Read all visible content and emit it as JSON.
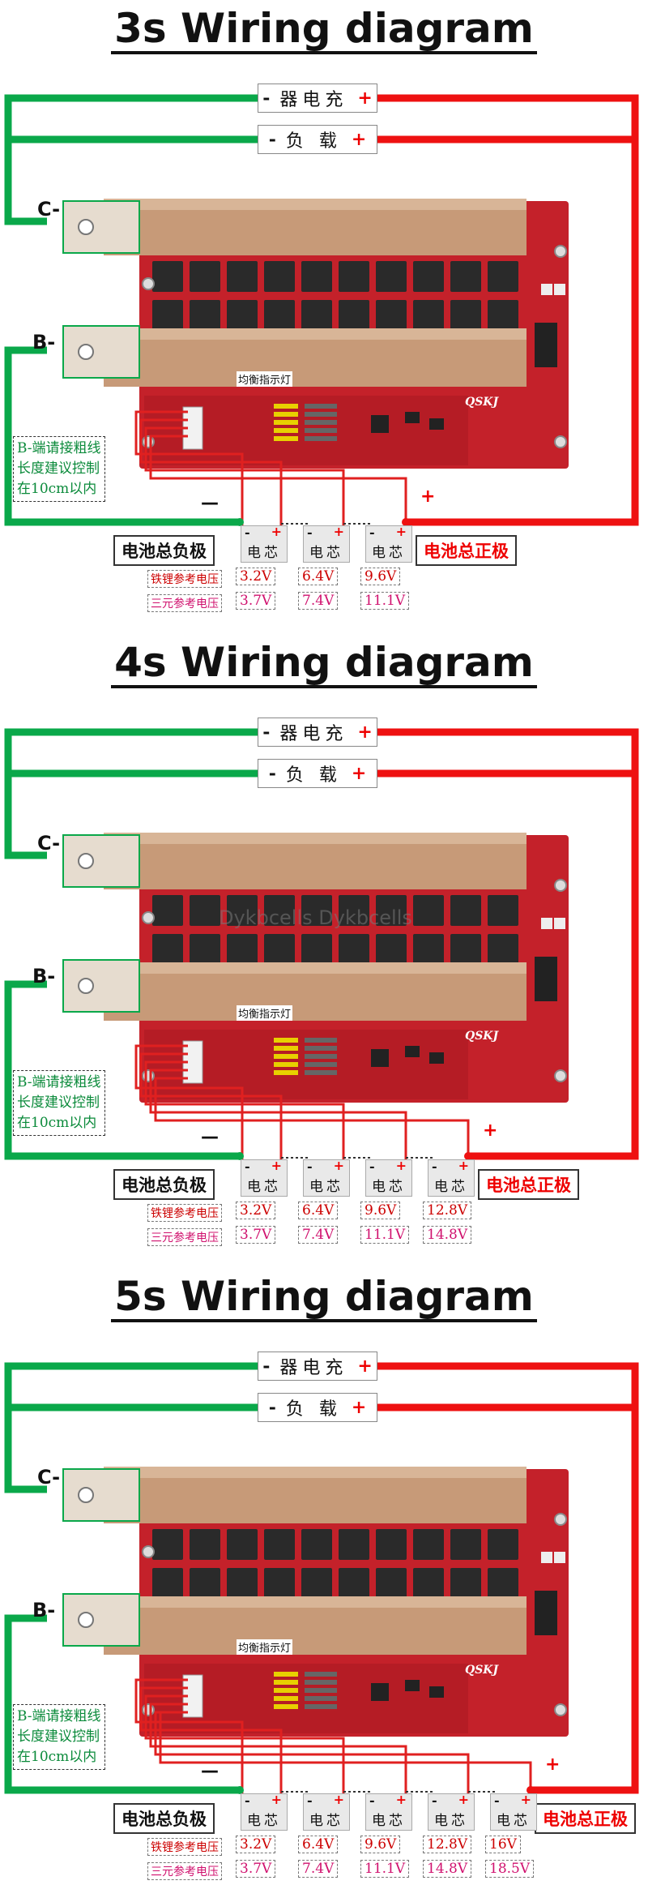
{
  "sections": [
    {
      "title": "3s Wiring diagram",
      "charger": {
        "minus": "-",
        "text": "器电充",
        "plus": "+"
      },
      "load": {
        "minus": "-",
        "text": "负  载",
        "plus": "+"
      },
      "c_label": "C-",
      "b_label": "B-",
      "indicator": "均衡指示灯",
      "note": [
        "B-端请接粗线",
        "长度建议控制",
        "在10cm以内"
      ],
      "neg_sign": "—",
      "pos_sign": "+",
      "neg_terminal": "电池总负极",
      "pos_terminal": "电池总正极",
      "cells": [
        {
          "minus": "-",
          "plus": "+",
          "text": "电芯"
        },
        {
          "minus": "-",
          "plus": "+",
          "text": "电芯"
        },
        {
          "minus": "-",
          "plus": "+",
          "text": "电芯"
        }
      ],
      "lfp_label": "铁锂参考电压",
      "ncm_label": "三元参考电压",
      "lfp_voltages": [
        "3.2V",
        "6.4V",
        "9.6V"
      ],
      "ncm_voltages": [
        "3.7V",
        "7.4V",
        "11.1V"
      ],
      "board_brand": "QSKJ",
      "watermark": ""
    },
    {
      "title": "4s Wiring diagram",
      "charger": {
        "minus": "-",
        "text": "器电充",
        "plus": "+"
      },
      "load": {
        "minus": "-",
        "text": "负  载",
        "plus": "+"
      },
      "c_label": "C-",
      "b_label": "B-",
      "indicator": "均衡指示灯",
      "note": [
        "B-端请接粗线",
        "长度建议控制",
        "在10cm以内"
      ],
      "neg_sign": "—",
      "pos_sign": "+",
      "neg_terminal": "电池总负极",
      "pos_terminal": "电池总正极",
      "cells": [
        {
          "minus": "-",
          "plus": "+",
          "text": "电芯"
        },
        {
          "minus": "-",
          "plus": "+",
          "text": "电芯"
        },
        {
          "minus": "-",
          "plus": "+",
          "text": "电芯"
        },
        {
          "minus": "-",
          "plus": "+",
          "text": "电芯"
        }
      ],
      "lfp_label": "铁锂参考电压",
      "ncm_label": "三元参考电压",
      "lfp_voltages": [
        "3.2V",
        "6.4V",
        "9.6V",
        "12.8V"
      ],
      "ncm_voltages": [
        "3.7V",
        "7.4V",
        "11.1V",
        "14.8V"
      ],
      "board_brand": "QSKJ",
      "watermark": "Dykbcells  Dykbcells"
    },
    {
      "title": "5s Wiring diagram",
      "charger": {
        "minus": "-",
        "text": "器电充",
        "plus": "+"
      },
      "load": {
        "minus": "-",
        "text": "负  载",
        "plus": "+"
      },
      "c_label": "C-",
      "b_label": "B-",
      "indicator": "均衡指示灯",
      "note": [
        "B-端请接粗线",
        "长度建议控制",
        "在10cm以内"
      ],
      "neg_sign": "—",
      "pos_sign": "+",
      "neg_terminal": "电池总负极",
      "pos_terminal": "电池总正极",
      "cells": [
        {
          "minus": "-",
          "plus": "+",
          "text": "电芯"
        },
        {
          "minus": "-",
          "plus": "+",
          "text": "电芯"
        },
        {
          "minus": "-",
          "plus": "+",
          "text": "电芯"
        },
        {
          "minus": "-",
          "plus": "+",
          "text": "电芯"
        },
        {
          "minus": "-",
          "plus": "+",
          "text": "电芯"
        }
      ],
      "lfp_label": "铁锂参考电压",
      "ncm_label": "三元参考电压",
      "lfp_voltages": [
        "3.2V",
        "6.4V",
        "9.6V",
        "12.8V",
        "16V"
      ],
      "ncm_voltages": [
        "3.7V",
        "7.4V",
        "11.1V",
        "14.8V",
        "18.5V"
      ],
      "board_brand": "QSKJ",
      "watermark": ""
    }
  ],
  "colors": {
    "green_wire": "#0aa84a",
    "red_wire": "#ee1111",
    "thin_wire": "#e02020",
    "board": "#c4212a",
    "copper": "#c79a78",
    "mosfet": "#2a2a2a",
    "bar": "#e6dccf"
  }
}
